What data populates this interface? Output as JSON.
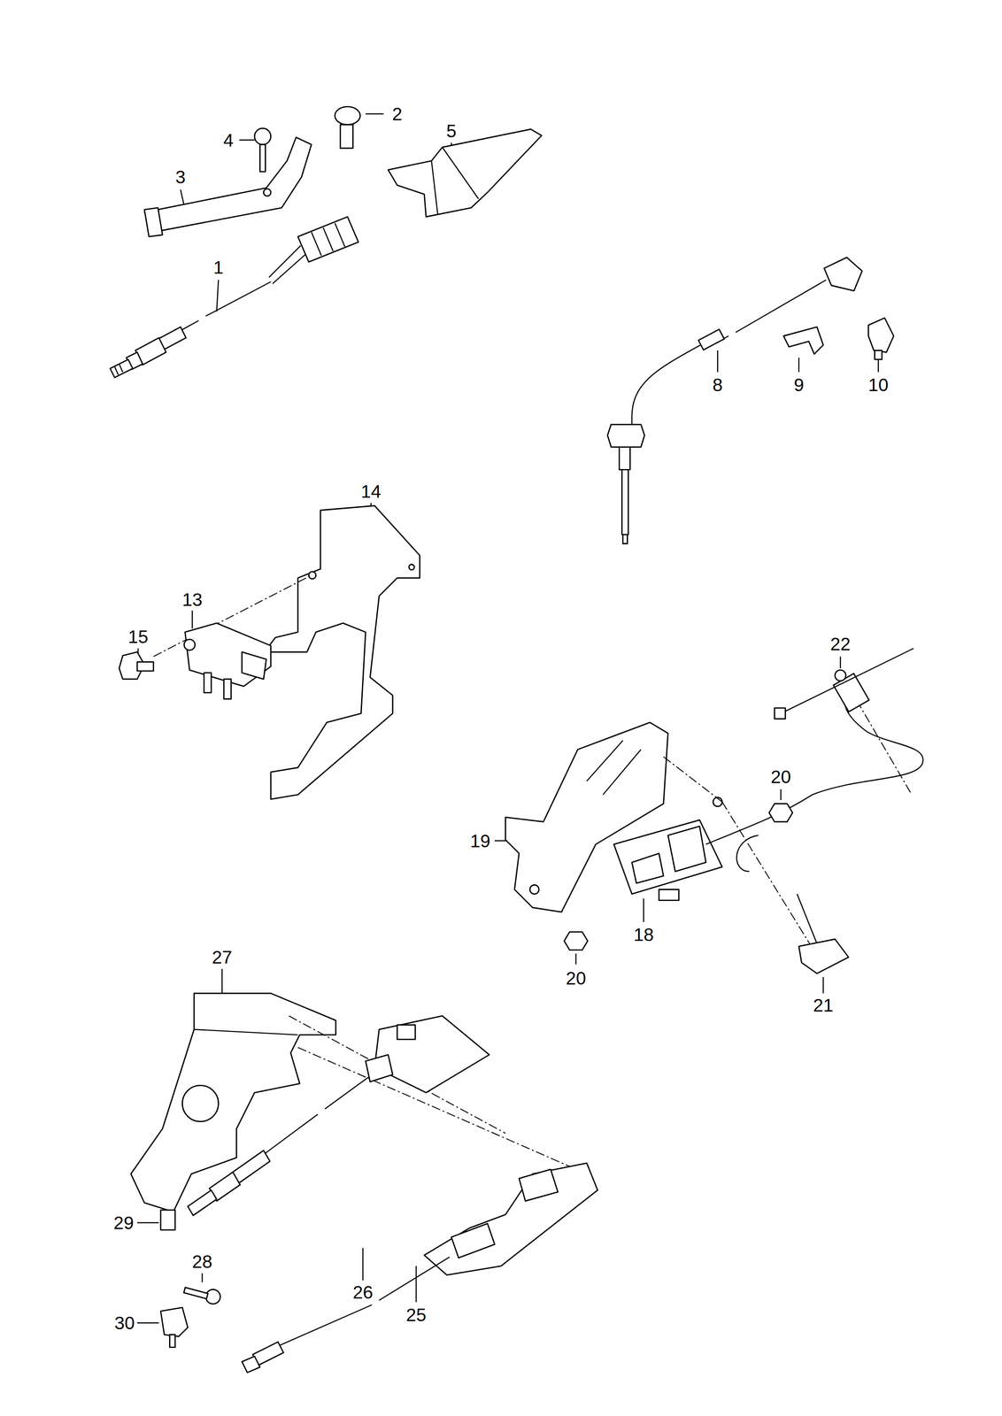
{
  "diagram": {
    "labels": [
      "2",
      "4",
      "5",
      "3",
      "1",
      "8",
      "9",
      "10",
      "14",
      "13",
      "15",
      "22",
      "20",
      "19",
      "18",
      "20",
      "21",
      "27",
      "29",
      "28",
      "26",
      "25",
      "30"
    ]
  }
}
